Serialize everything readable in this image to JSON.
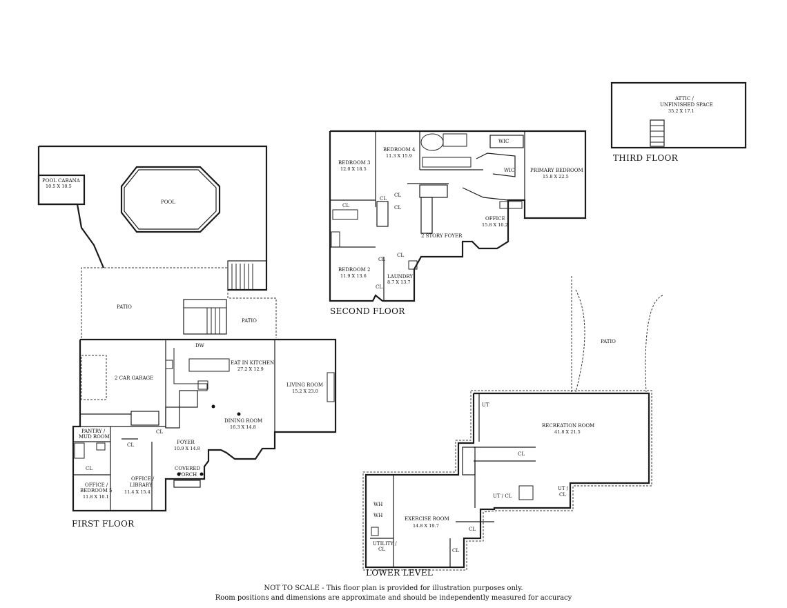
{
  "floors": {
    "first": "FIRST FLOOR",
    "second": "SECOND FLOOR",
    "third": "THIRD FLOOR",
    "lower": "LOWER LEVEL"
  },
  "rooms": {
    "pool_cabana": {
      "name": "POOL CABANA",
      "dims": "10.5 X 10.5"
    },
    "pool": {
      "name": "POOL"
    },
    "patio_main": {
      "name": "PATIO"
    },
    "patio_side": {
      "name": "PATIO"
    },
    "patio_lower": {
      "name": "PATIO"
    },
    "garage": {
      "name": "2 CAR GARAGE"
    },
    "kitchen": {
      "name": "EAT IN KITCHEN",
      "dims": "27.2 X 12.9"
    },
    "living": {
      "name": "LIVING ROOM",
      "dims": "15.2 X 23.0"
    },
    "dining": {
      "name": "DINING ROOM",
      "dims": "16.3 X 14.8"
    },
    "foyer": {
      "name": "FOYER",
      "dims": "10.9 X 14.8"
    },
    "covered_porch": {
      "name1": "COVERED",
      "name2": "PORCH"
    },
    "pantry": {
      "name1": "PANTRY /",
      "name2": "MUD ROOM"
    },
    "office_bed5": {
      "name1": "OFFICE /",
      "name2": "BEDROOM 5",
      "dims": "11.8 X 10.1"
    },
    "office_library": {
      "name1": "OFFICE /",
      "name2": "LIBRARY",
      "dims": "11.4 X 15.4"
    },
    "bedroom3": {
      "name": "BEDROOM 3",
      "dims": "12.0 X 18.5"
    },
    "bedroom4": {
      "name": "BEDROOM 4",
      "dims": "11.3 X 15.9"
    },
    "primary": {
      "name": "PRIMARY BEDROOM",
      "dims": "15.8 X 22.5"
    },
    "office2": {
      "name": "OFFICE",
      "dims": "15.8 X 10.2"
    },
    "two_story_foyer": {
      "name": "2 STORY FOYER"
    },
    "bedroom2": {
      "name": "BEDROOM 2",
      "dims": "11.9 X 13.6"
    },
    "laundry": {
      "name": "LAUNDRY",
      "dims": "8.7 X 13.7"
    },
    "attic": {
      "name1": "ATTIC /",
      "name2": "UNFINISHED SPACE",
      "dims": "35.2 X 17.1"
    },
    "recreation": {
      "name": "RECREATION ROOM",
      "dims": "41.8 X 21.5"
    },
    "exercise": {
      "name": "EXERCISE ROOM",
      "dims": "14.8 X 19.7"
    },
    "utility": {
      "name1": "UTILITY /",
      "name2": "CL"
    }
  },
  "fixtures": {
    "cl": "CL",
    "wic": "WIC",
    "dw": "DW",
    "wh": "WH",
    "ut": "UT",
    "ut_cl": "UT / CL",
    "ut_cl2_a": "UT /",
    "ut_cl2_b": "CL"
  },
  "disclaimer": {
    "line1": "NOT TO SCALE - This floor plan is provided for illustration purposes only.",
    "line2": "Room positions and dimensions are approximate and should be independently measured for accuracy"
  }
}
